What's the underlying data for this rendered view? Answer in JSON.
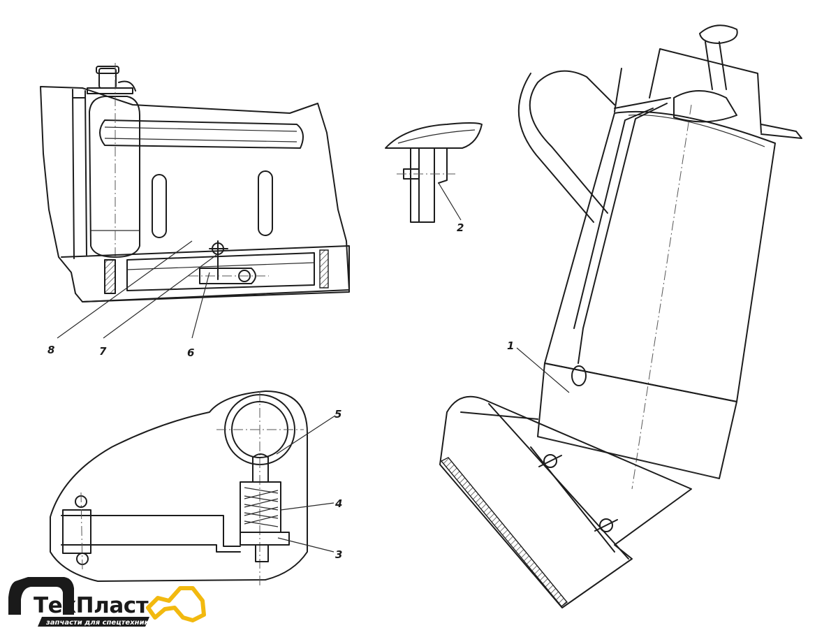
{
  "callouts": [
    {
      "id": "1",
      "label": "1"
    },
    {
      "id": "2",
      "label": "2"
    },
    {
      "id": "3",
      "label": "3"
    },
    {
      "id": "4",
      "label": "4"
    },
    {
      "id": "5",
      "label": "5"
    },
    {
      "id": "6",
      "label": "6"
    },
    {
      "id": "7",
      "label": "7"
    },
    {
      "id": "8",
      "label": "8"
    }
  ],
  "logo": {
    "brand_part1": "Тех",
    "brand_part2": "Пласт",
    "tagline": "запчасти для спецтехники",
    "colors": {
      "dark": "#1a1a1a",
      "accent": "#f2b90f"
    }
  }
}
